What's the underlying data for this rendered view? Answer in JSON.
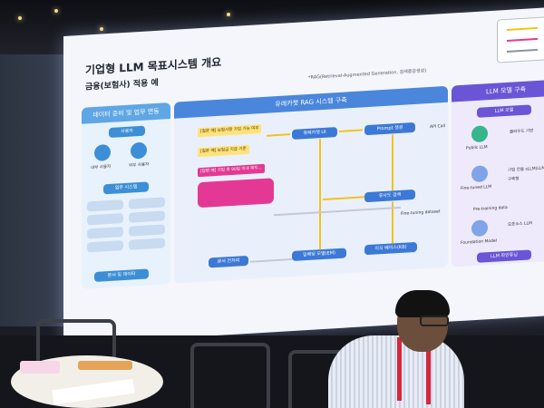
{
  "slide": {
    "title": "기업형 LLM 목표시스템 개요",
    "subtitle": "금융(보험사) 적용 예",
    "rag_note": "*RAG(Retrieval-Augmented Generation, 검색증강생성)",
    "columns": {
      "data": "데이터 준비 및 업무 연동",
      "rag": "유레카챗 RAG 시스템 구축",
      "llm": "LLM 모델 구축",
      "tuning": "LLM 파인튜닝"
    },
    "nodes": {
      "users": "사용자",
      "internal_user": "내부 사용자",
      "external_user": "외부 사용자",
      "biz_system": "업무 시스템",
      "doc_data": "문서 및 데이터",
      "eureka_ui": "유레카챗 UI",
      "prompt": "Prompt 생성",
      "similar_search": "유사도 검색",
      "doc_split": "문서 전처리",
      "embedding": "임베딩 모델(EM)",
      "kb": "지식 베이스(KB)",
      "llm_model": "LLM 모델",
      "public_llm": "Public LLM",
      "finetuned_llm": "Fine-tuned LLM",
      "foundation_model": "Foundation Model",
      "cloud": "클라우드 기반",
      "enterprise": "기업 전용 sLLM(LLM)",
      "build": "구축형",
      "opensource": "오픈소스 LLM",
      "fine_tuning_dataset": "Fine-tuning dataset",
      "pre_training_data": "Pre-training data",
      "api_call": "API Call"
    },
    "questions": [
      "[질문 예] 보험사항 가입 가능 여부",
      "[질문 예] 보험금 지급 기준",
      "[답변 예] 가입 후 90일 이내 해지..."
    ]
  },
  "colors": {
    "data_col": "#5fa6e4",
    "rag_col": "#4a86db",
    "llm_col": "#6a55d6",
    "flow_yellow": "#f5c21a",
    "answer_pink": "#e33994"
  }
}
